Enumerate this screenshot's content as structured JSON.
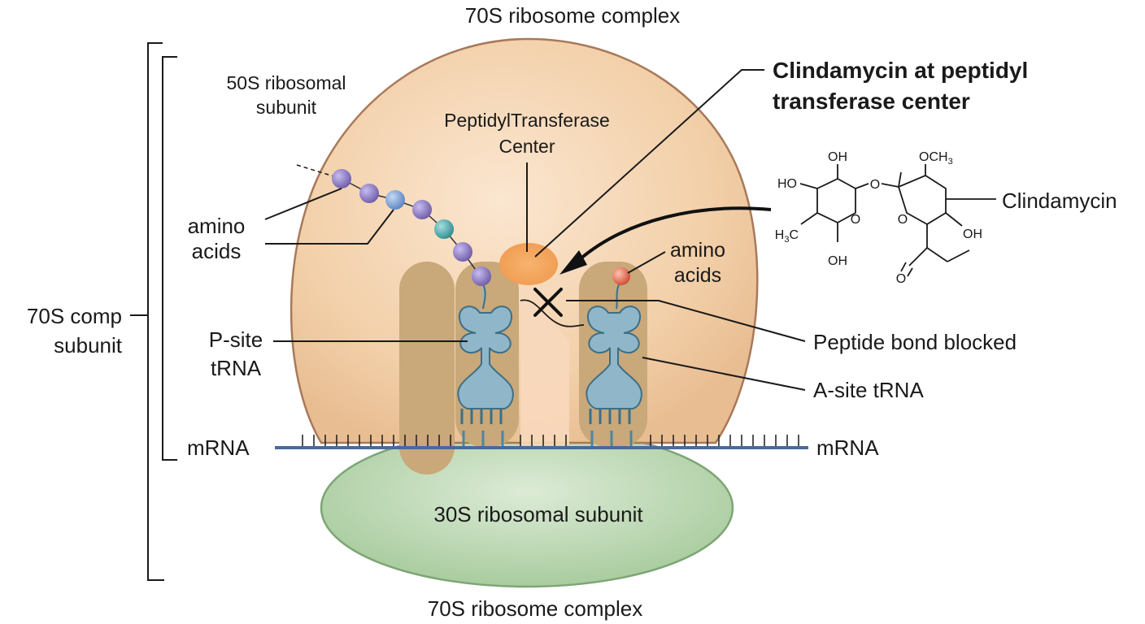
{
  "title_top": "70S ribosome complex",
  "title_bottom": "70S ribosome complex",
  "bracket_label_line1": "70S comp",
  "bracket_label_line2": "subunit",
  "large_subunit_line1": "50S ribosomal",
  "large_subunit_line2": "subunit",
  "small_subunit": "30S ribosomal subunit",
  "ptc_line1": "PeptidylTransferase",
  "ptc_line2": "Center",
  "clinda_site_line1": "Clindamycin at peptidyl",
  "clinda_site_line2": "transferase center",
  "amino_left_line1": "amino",
  "amino_left_line2": "acids",
  "amino_right_line1": "amino",
  "amino_right_line2": "acids",
  "p_site_line1": "P-site",
  "p_site_line2": "tRNA",
  "peptide_blocked": "Peptide bond blocked",
  "a_site": "A-site tRNA",
  "mrna_left": "mRNA",
  "mrna_right": "mRNA",
  "clindamycin": "Clindamycin",
  "chem": {
    "oh1": "OH",
    "och3": "OCH",
    "och3_sub": "3",
    "ho": "HO",
    "o_link": "O",
    "h3c": "H",
    "h3c_sub": "3",
    "h3c_c": "C",
    "o_ring1": "O",
    "o_ring2": "O",
    "oh2": "OH",
    "oh3": "OH",
    "o_carbonyl": "O"
  },
  "colors": {
    "large_subunit": "#f2cfa8",
    "small_subunit": "#bcd9b4",
    "trna": "#8fb6c9",
    "amino_purple": "#8a78c0",
    "amino_blue": "#7fa6d6",
    "amino_teal": "#4aa5a8",
    "amino_red": "#e0604a",
    "ptc": "#f2a45c",
    "mrna": "#4a6a9a"
  }
}
